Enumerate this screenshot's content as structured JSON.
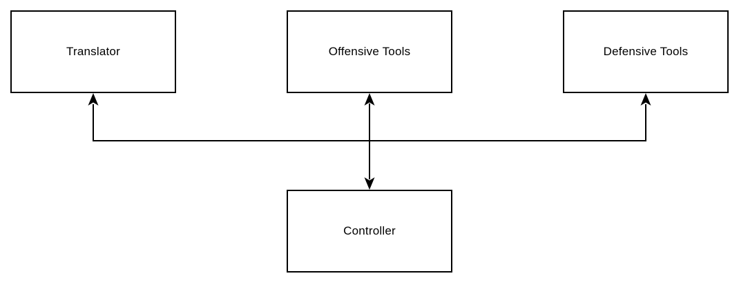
{
  "diagram": {
    "background_color": "#ffffff",
    "stroke_color": "#000000",
    "text_color": "#000000",
    "nodes": [
      {
        "id": "translator",
        "label": "Translator"
      },
      {
        "id": "offensive-tools",
        "label": "Offensive Tools"
      },
      {
        "id": "defensive-tools",
        "label": "Defensive Tools"
      },
      {
        "id": "controller",
        "label": "Controller"
      }
    ],
    "edges": [
      {
        "from": "controller",
        "to": "translator",
        "arrow": "single-up"
      },
      {
        "from": "controller",
        "to": "offensive-tools",
        "arrow": "double"
      },
      {
        "from": "controller",
        "to": "defensive-tools",
        "arrow": "single-up"
      }
    ]
  }
}
